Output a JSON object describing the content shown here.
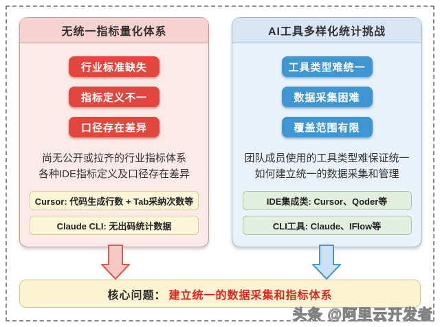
{
  "left_panel": {
    "title": "无统一指标量化体系",
    "badges": [
      "行业标准缺失",
      "指标定义不一",
      "口径存在差异"
    ],
    "description_lines": [
      "尚无公开或拉齐的行业指标体系",
      "各种IDE指标定义及口径存在差异"
    ],
    "notes": [
      "Cursor: 代码生成行数 + Tab采纳次数等",
      "Claude CLI: 无出码统计数据"
    ]
  },
  "right_panel": {
    "title": "AI工具多样化统计挑战",
    "badges": [
      "工具类型难统一",
      "数据采集困难",
      "覆盖范围有限"
    ],
    "description_lines": [
      "团队成员使用的工具类型难保证统一",
      "如何建立统一的数据采集和管理"
    ],
    "notes": [
      "IDE集成类: Cursor、Qoder等",
      "CLI工具: Claude、IFlow等"
    ]
  },
  "conclusion": {
    "prefix": "核心问题：",
    "highlight": "建立统一的数据采集和指标体系"
  },
  "watermark": "头条 @阿里云开发者",
  "colors": {
    "left_accent": "#E2473D",
    "left_panel_bg": "#FCEAE8",
    "left_header_bg": "#F6D2D0",
    "left_border": "#C49B9B",
    "right_accent": "#3E96D2",
    "right_panel_bg": "#E9F1FA",
    "right_header_bg": "#D7E5F5",
    "right_border": "#9FB9D3",
    "note_yellow_bg": "#FCF5D8",
    "note_green_bg": "#E3EFDE",
    "conclusion_bg": "#FBF3D2",
    "conclusion_highlight": "#E0261C",
    "arrow_left_fill": "#F7C9C5",
    "arrow_left_stroke": "#D95850",
    "arrow_right_fill": "#CBE1F6",
    "arrow_right_stroke": "#4A94CE"
  }
}
